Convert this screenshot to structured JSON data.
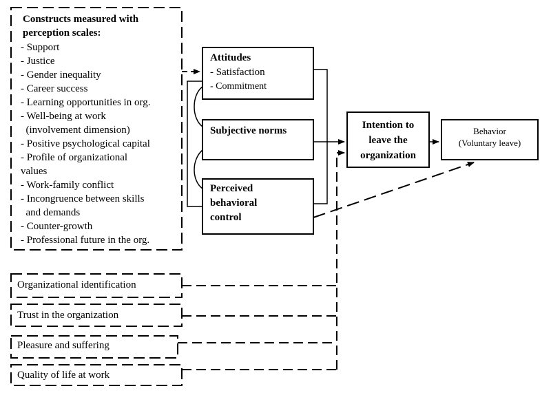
{
  "constructs": {
    "heading": "Constructs measured with perception scales:",
    "items": [
      "- Support",
      "- Justice",
      "- Gender inequality",
      "- Career success",
      "- Learning opportunities in org.",
      "- Well-being at work",
      "  (involvement dimension)",
      "- Positive psychological capital",
      "- Profile of organizational",
      "values",
      "- Work-family conflict",
      "- Incongruence between skills",
      "  and demands",
      "- Counter-growth",
      "- Professional future in the org."
    ]
  },
  "attitudes": {
    "title": "Attitudes",
    "items": [
      "- Satisfaction",
      "- Commitment"
    ]
  },
  "subjective_norms": "Subjective norms",
  "perceived_control": [
    "Perceived",
    "behavioral",
    "control"
  ],
  "intention": [
    "Intention to",
    "leave the",
    "organization"
  ],
  "behavior": [
    "Behavior",
    "(Voluntary leave)"
  ],
  "lower_constructs": [
    "Organizational identification",
    "Trust in the organization",
    "Pleasure and suffering",
    "Quality of life at work"
  ]
}
